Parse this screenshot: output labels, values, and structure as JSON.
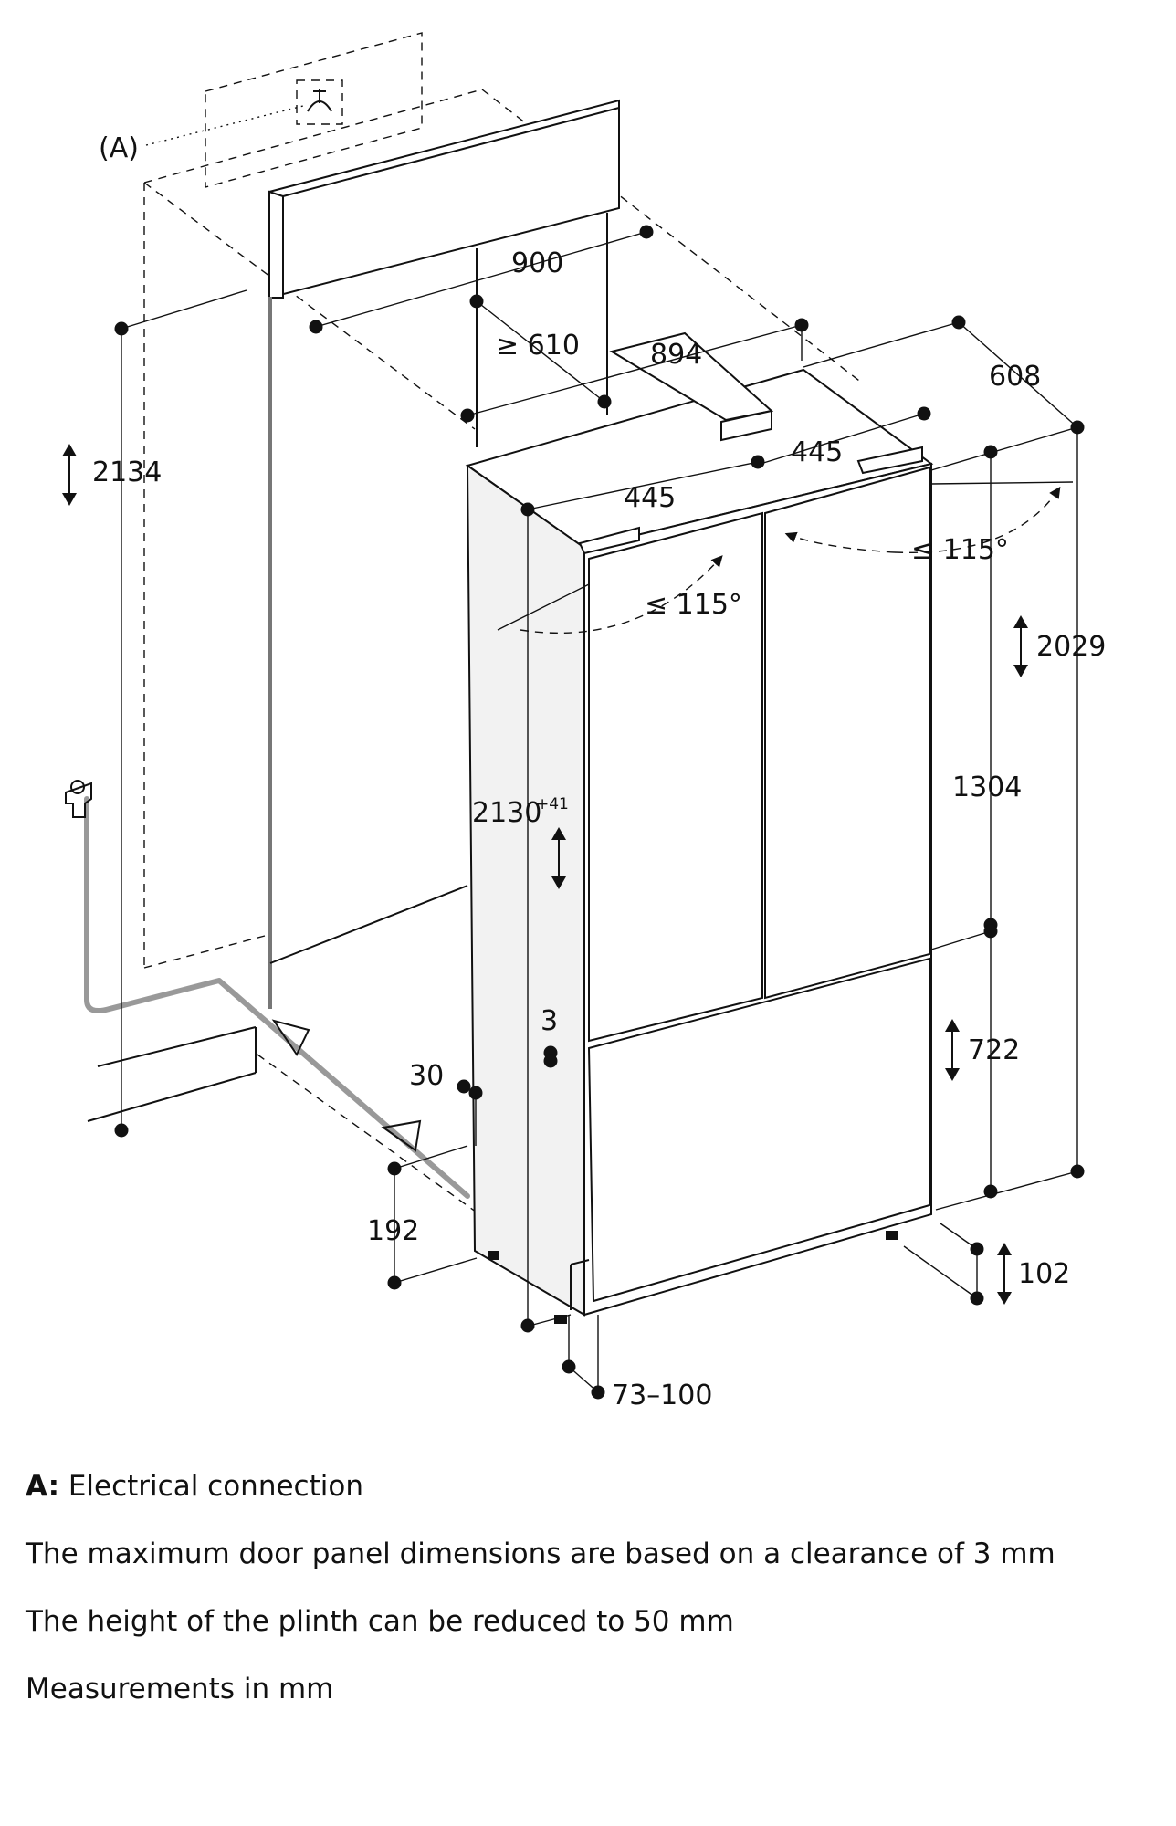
{
  "diagram": {
    "labels": {
      "connection_marker": "(A)",
      "niche_width": "900",
      "min_depth": "≥ 610",
      "appliance_width": "894",
      "depth": "608",
      "door_width_left": "445",
      "door_width_right": "445",
      "opening_angle_left": "≤ 115°",
      "opening_angle_right": "≤ 115°",
      "niche_height": "2134",
      "appliance_height": "2029",
      "panel_height": "2130",
      "panel_height_tolerance": "+41",
      "upper_door_height": "1304",
      "lower_door_height": "722",
      "door_gap": "3",
      "side_offset": "30",
      "water_line_offset": "192",
      "plinth_height": "102",
      "plinth_depth": "73–100"
    },
    "icons": [
      "socket-icon",
      "water-tap-icon",
      "double-arrow-icon"
    ]
  },
  "notes": {
    "a_key": "A:",
    "a_text": " Electrical connection",
    "clearance": "The maximum door panel dimensions are based on a clearance of 3 mm",
    "plinth": "The height of the plinth can be reduced to 50 mm",
    "units": "Measurements in mm"
  }
}
